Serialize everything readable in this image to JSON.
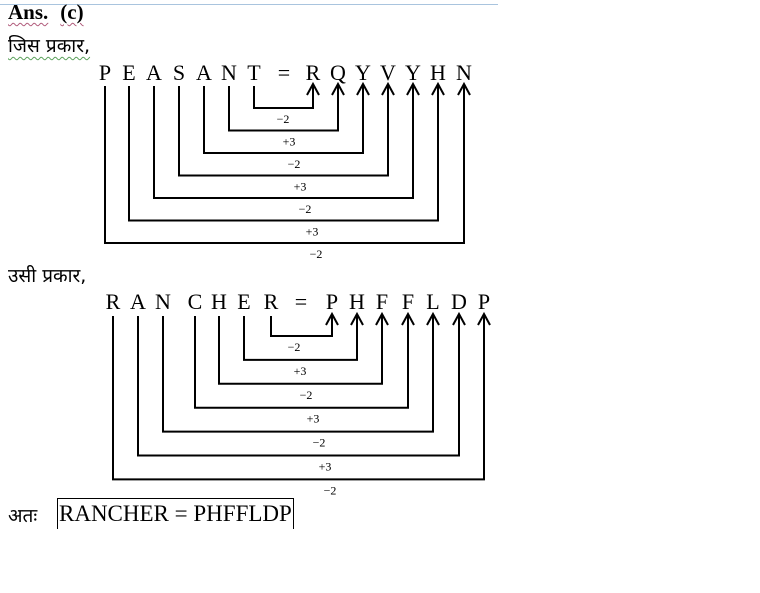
{
  "answer": {
    "label": "Ans.",
    "option": "(c)"
  },
  "intro_first": "जिस प्रकार,",
  "intro_second": "उसी प्रकार,",
  "conclusion_label": "अतः",
  "conclusion_box": "RANCHER = PHFFLDP",
  "diagrams": [
    {
      "source": [
        "P",
        "E",
        "A",
        "S",
        "A",
        "N",
        "T"
      ],
      "equals": "=",
      "target": [
        "R",
        "Q",
        "Y",
        "V",
        "Y",
        "H",
        "N"
      ],
      "shifts": [
        "−2",
        "+3",
        "−2",
        "+3",
        "−2",
        "+3",
        "−2"
      ]
    },
    {
      "source": [
        "R",
        "A",
        "N",
        "C",
        "H",
        "E",
        "R"
      ],
      "equals": "=",
      "target": [
        "P",
        "H",
        "F",
        "F",
        "L",
        "D",
        "P"
      ],
      "shifts": [
        "−2",
        "+3",
        "−2",
        "+3",
        "−2",
        "+3",
        "−2"
      ]
    }
  ]
}
